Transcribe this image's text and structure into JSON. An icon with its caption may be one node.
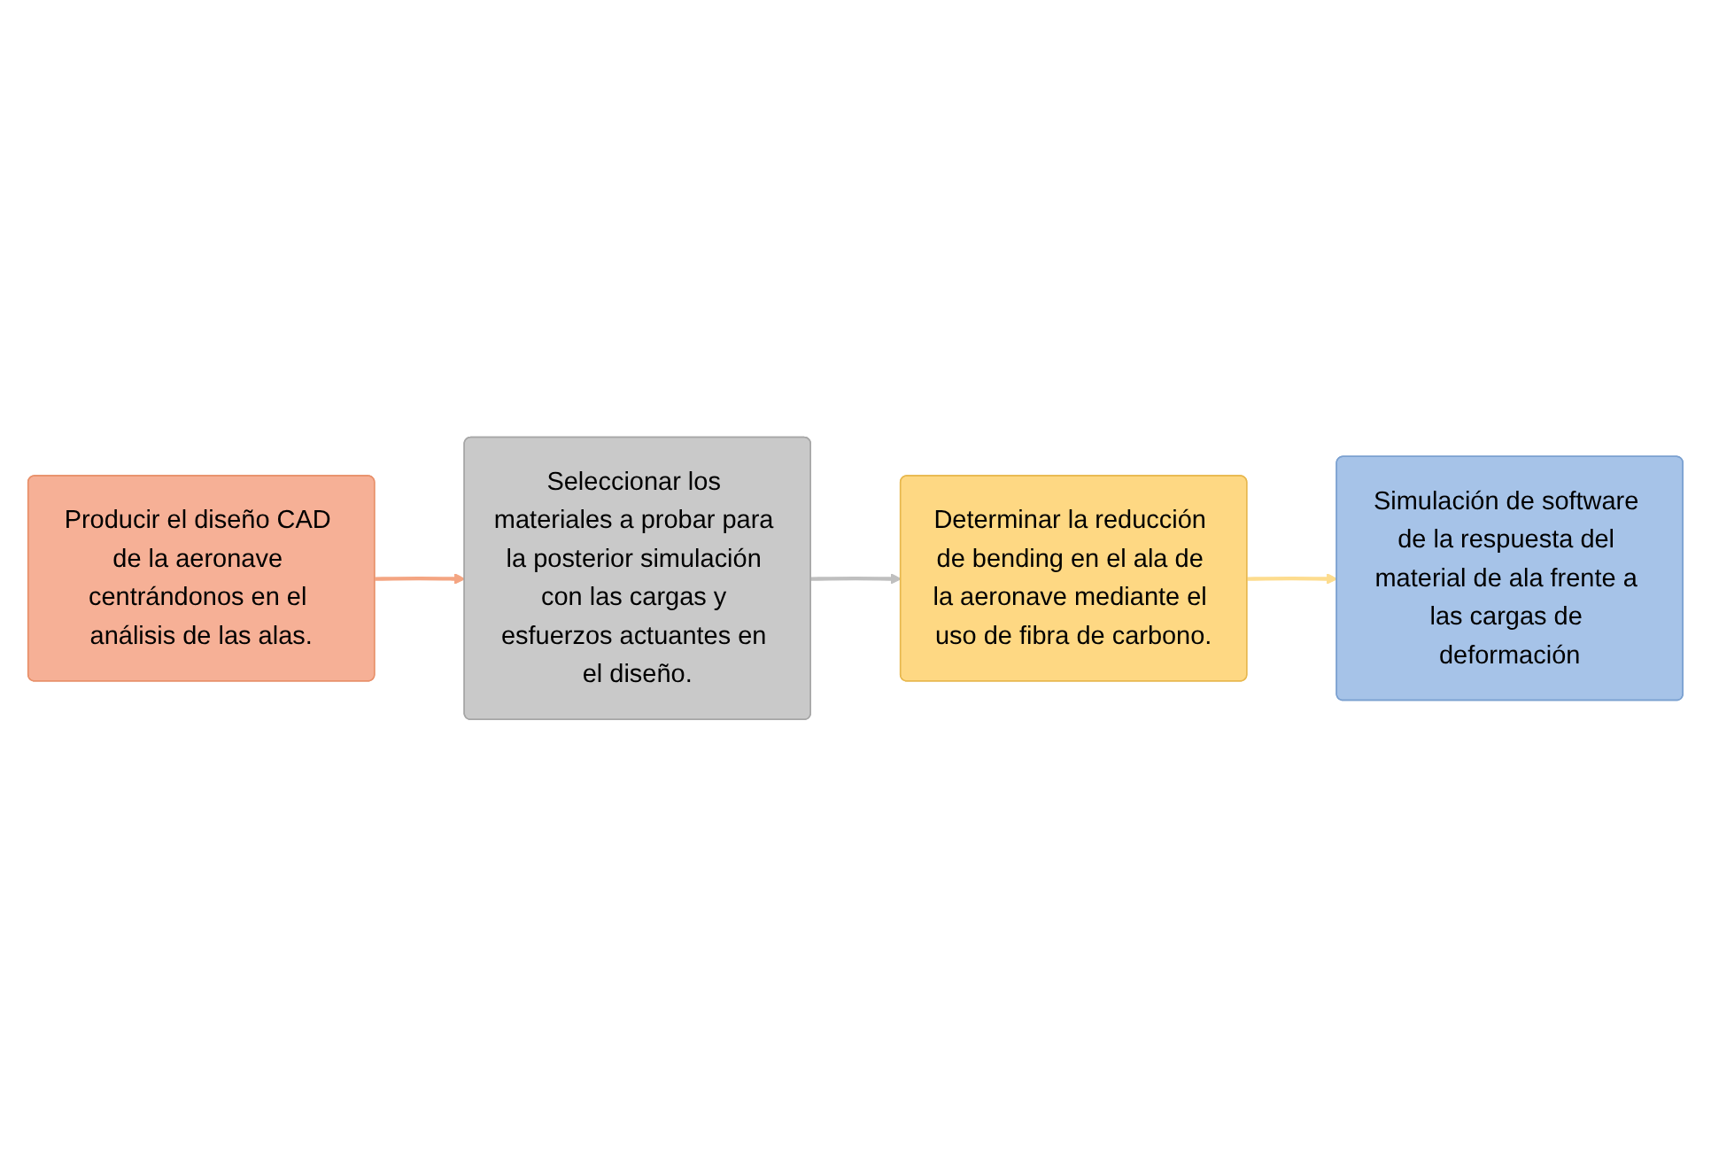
{
  "diagram": {
    "nodes": [
      {
        "text": [
          "Producir el diseño CAD de la aeronave centrándonos en el análisis de las alas."
        ]
      },
      {
        "text": [
          "Seleccionar los materiales a probar para la posterior simulación con las cargas y esfuerzos actuantes en el diseño."
        ]
      },
      {
        "text": [
          "Determinar la reducción de bending en el ala de la aeronave mediante el uso de fibra de carbono."
        ]
      },
      {
        "text": [
          "Simulación de software de la respuesta del material de ala frente a las cargas de deformación"
        ]
      }
    ],
    "edges": [
      {
        "from": 0,
        "to": 1,
        "arrow": "to",
        "color": "#f4a582"
      },
      {
        "from": 1,
        "to": 2,
        "arrow": "to",
        "color": "#bfbfbf"
      },
      {
        "from": 2,
        "to": 3,
        "arrow": "to",
        "color": "#fddc8e"
      }
    ]
  }
}
